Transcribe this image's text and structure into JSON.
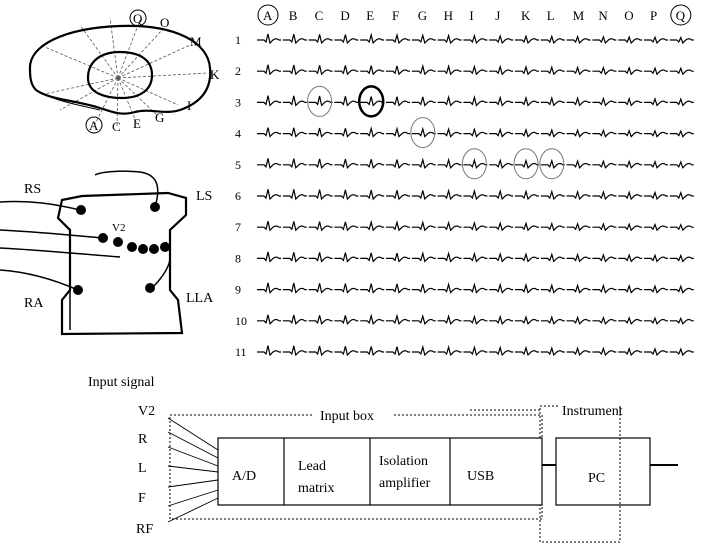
{
  "heart_diagram": {
    "labels": [
      "Q",
      "O",
      "M",
      "K",
      "I",
      "A",
      "C",
      "E",
      "G"
    ],
    "circled": [
      "Q",
      "A"
    ]
  },
  "torso_diagram": {
    "labels": {
      "rs": "RS",
      "ls": "LS",
      "v2": "V2",
      "ra": "RA",
      "lla": "LLA"
    }
  },
  "ecg_grid": {
    "columns": [
      "A",
      "B",
      "C",
      "D",
      "E",
      "F",
      "G",
      "H",
      "I",
      "J",
      "K",
      "L",
      "M",
      "N",
      "O",
      "P",
      "Q"
    ],
    "circled_columns": [
      "A",
      "Q"
    ],
    "rows": [
      "1",
      "2",
      "3",
      "4",
      "5",
      "6",
      "7",
      "8",
      "9",
      "10",
      "11"
    ],
    "highlights": [
      {
        "row": 3,
        "col": "C",
        "style": "thin"
      },
      {
        "row": 3,
        "col": "E",
        "style": "bold"
      },
      {
        "row": 4,
        "col": "G",
        "style": "thin"
      },
      {
        "row": 5,
        "col": "I",
        "style": "thin"
      },
      {
        "row": 5,
        "col": "K",
        "style": "thin"
      },
      {
        "row": 5,
        "col": "L",
        "style": "thin"
      }
    ]
  },
  "block_diagram": {
    "input_signal_title": "Input signal",
    "inputs": [
      "V2",
      "R",
      "L",
      "F",
      "RF"
    ],
    "input_box_label": "Input box",
    "instrument_label": "Instrument",
    "blocks": {
      "ad": "A/D",
      "lead_line1": "Lead",
      "lead_line2": "matrix",
      "iso_line1": "Isolation",
      "iso_line2": "amplifier",
      "usb": "USB",
      "pc": "PC"
    }
  }
}
